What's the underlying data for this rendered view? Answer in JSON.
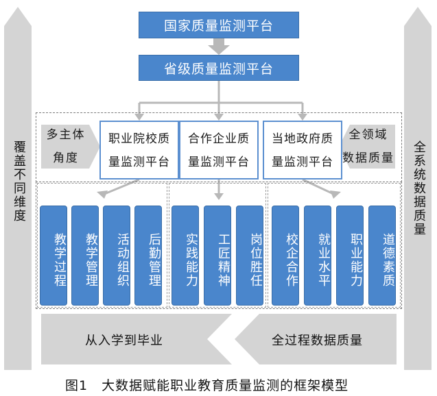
{
  "top": {
    "national": "国家质量监测平台",
    "provincial": "省级质量监测平台"
  },
  "middle": {
    "left_label": [
      "多主体",
      "角度"
    ],
    "right_label": [
      "全领域",
      "数据质量"
    ],
    "platforms": [
      [
        "职业院校质",
        "量监测平台"
      ],
      [
        "合作企业质",
        "量监测平台"
      ],
      [
        "当地政府质",
        "量监测平台"
      ]
    ]
  },
  "groups": [
    [
      "教学过程",
      "教学管理",
      "活动组织",
      "后勤管理"
    ],
    [
      "实践能力",
      "工匠精神",
      "岗位胜任"
    ],
    [
      "校企合作",
      "就业水平",
      "职业能力",
      "道德素质"
    ]
  ],
  "sides": {
    "left": "覆盖不同维度",
    "right": "全系统数据质量"
  },
  "bottom": {
    "left": "从入学到毕业",
    "right": "全过程数据质量"
  },
  "caption": "图1　大数据赋能职业教育质量监测的框架模型",
  "colors": {
    "box_blue": "#4a86cc",
    "border_blue": "#5b8fd0",
    "arrow_gray": "#d4d4d4",
    "connector_gray": "#b8b8b8"
  }
}
